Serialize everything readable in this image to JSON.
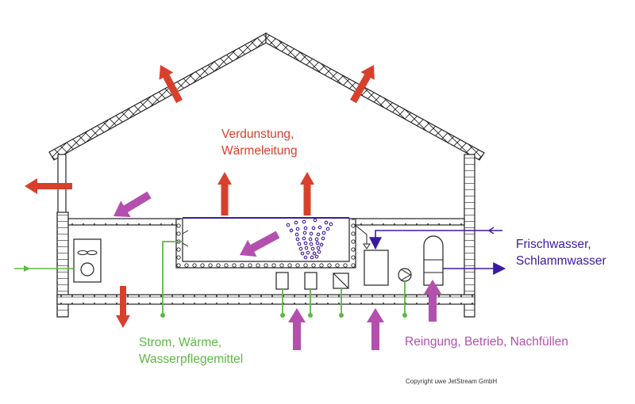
{
  "diagram": {
    "title": "Pool building energy and water flows",
    "labels": {
      "evaporation_line1": "Verdunstung,",
      "evaporation_line2": "Wärmeleitung",
      "inputs_line1": "Strom, Wärme,",
      "inputs_line2": "Wasserpflegemittel",
      "water_line1": "Frischwasser,",
      "water_line2": "Schlammwasser",
      "maintenance": "Reingung, Betrieb, Nachfüllen",
      "copyright": "Copyright uwe JetStream GmbH"
    },
    "colors": {
      "heat_loss": "#d8402c",
      "maintenance": "#b44fae",
      "energy_input": "#5cb840",
      "water": "#3a1aa0",
      "structure": "#222222"
    },
    "legend": [
      {
        "category": "heat-loss",
        "label_ref": "evaporation"
      },
      {
        "category": "energy-input",
        "label_ref": "inputs"
      },
      {
        "category": "water-flow",
        "label_ref": "water"
      },
      {
        "category": "maintenance",
        "label_ref": "maintenance"
      }
    ]
  }
}
